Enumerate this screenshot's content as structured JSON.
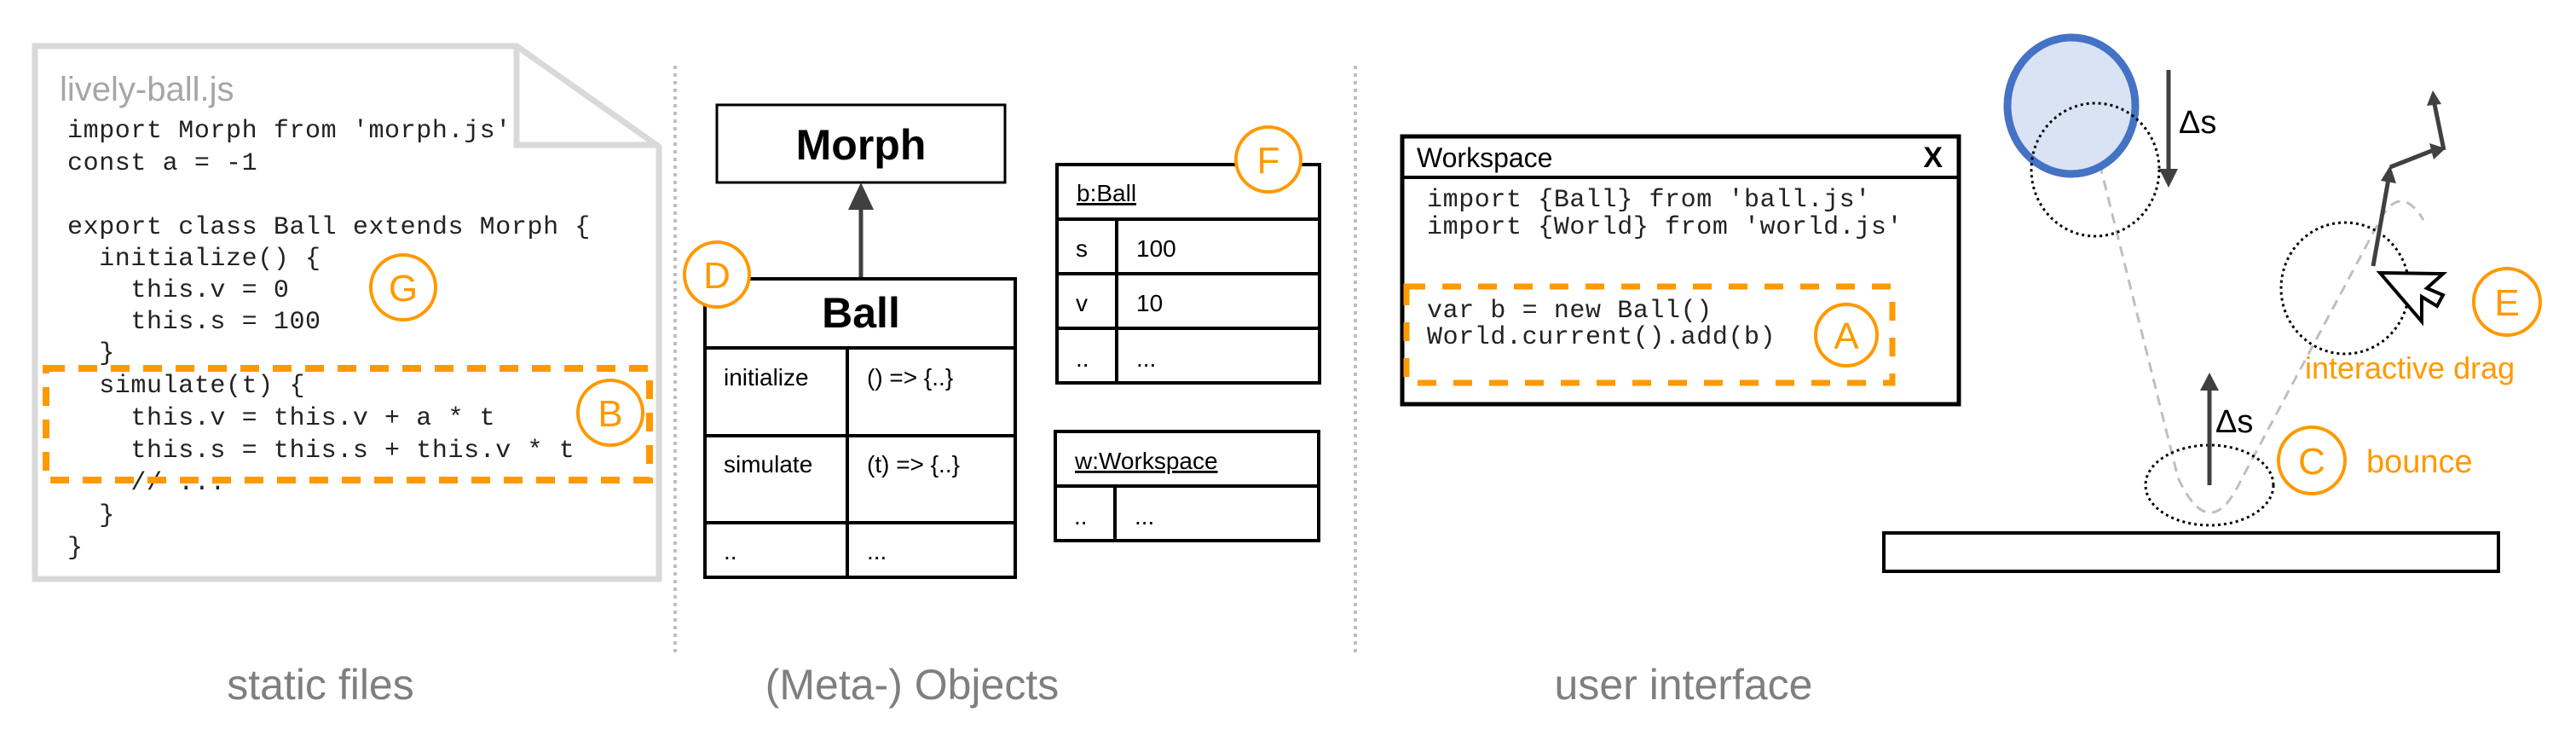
{
  "colors": {
    "accent": "#ff9900",
    "ball_fill": "#dae3f3",
    "ball_stroke": "#4472c4",
    "file_border": "#d9d9d9",
    "caption": "#7f7f7f"
  },
  "static_files": {
    "filename": "lively-ball.js",
    "code_lines": [
      "import Morph from 'morph.js'",
      "const a = -1",
      "",
      "export class Ball extends Morph {",
      "  initialize() {",
      "    this.v = 0",
      "    this.s = 100",
      "  }",
      "  simulate(t) {",
      "    this.v = this.v + a * t",
      "    this.s = this.s + this.v * t",
      "    // ...",
      "  }",
      "}"
    ],
    "markers": {
      "G": "G",
      "B": "B"
    },
    "caption": "static files"
  },
  "meta_objects": {
    "superclass": "Morph",
    "class": {
      "name": "Ball",
      "rows": [
        {
          "key": "initialize",
          "value": "() => {..}"
        },
        {
          "key": "simulate",
          "value": "(t) => {..}"
        },
        {
          "key": "..",
          "value": "..."
        }
      ]
    },
    "instance_ball": {
      "title": "b:Ball",
      "rows": [
        {
          "key": "s",
          "value": "100"
        },
        {
          "key": "v",
          "value": "10"
        },
        {
          "key": "..",
          "value": "..."
        }
      ]
    },
    "instance_workspace": {
      "title": "w:Workspace",
      "rows": [
        {
          "key": "..",
          "value": "..."
        }
      ]
    },
    "markers": {
      "D": "D",
      "F": "F"
    },
    "caption": "(Meta-) Objects"
  },
  "user_interface": {
    "workspace": {
      "title": "Workspace",
      "close_label": "X",
      "code_lines": [
        "import {Ball} from 'ball.js'",
        "import {World} from 'world.js'",
        "var b = new Ball()",
        "World.current().add(b)"
      ]
    },
    "delta_label": "Δs",
    "bounce_label": "bounce",
    "drag_label": "interactive drag",
    "markers": {
      "A": "A",
      "C": "C",
      "E": "E"
    },
    "caption": "user interface"
  }
}
